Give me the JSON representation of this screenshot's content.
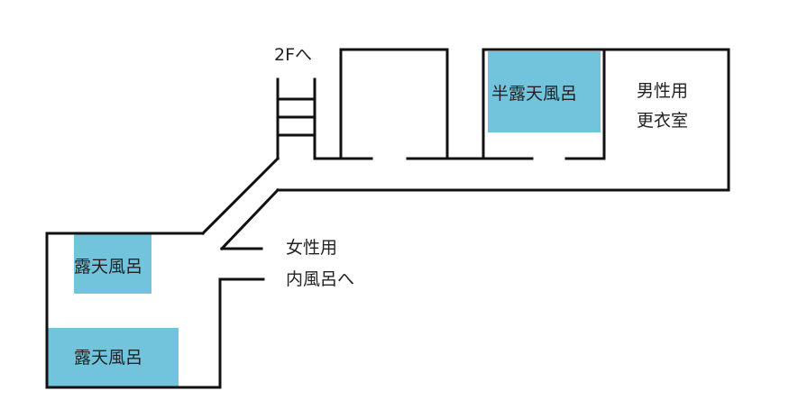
{
  "colors": {
    "bath": "#72c3dc",
    "wall": "#111111",
    "text": "#222222",
    "background": "#ffffff"
  },
  "labels": {
    "stairs": "2Fへ",
    "semi_open_bath": "半露天風呂",
    "men_changing_line1": "男性用",
    "men_changing_line2": "更衣室",
    "women_line1": "女性用",
    "women_line2": "内風呂へ",
    "open_bath_upper": "露天風呂",
    "open_bath_lower": "露天風呂"
  }
}
